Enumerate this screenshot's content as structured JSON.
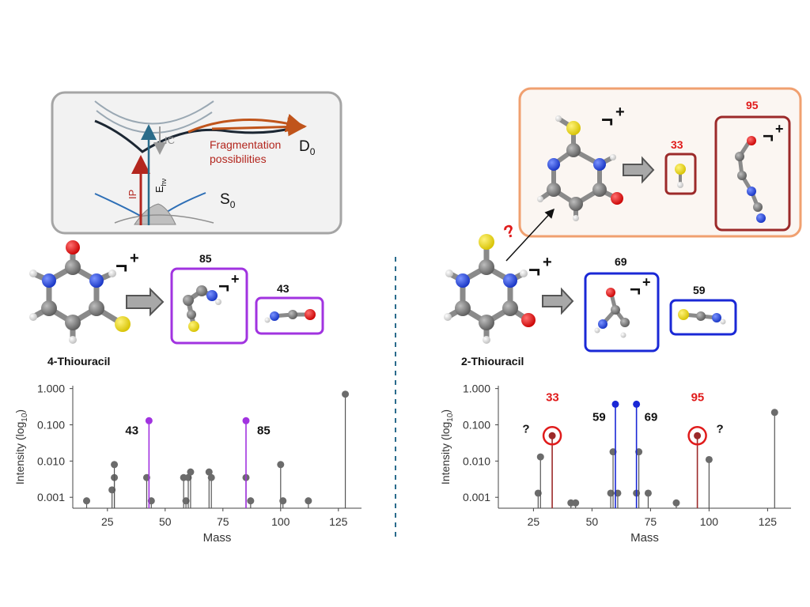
{
  "colors": {
    "purple": "#a133e0",
    "blue": "#1a28d6",
    "red": "#e01b1b",
    "darkred": "#9c2a2a",
    "orange": "#f0a070",
    "gray_stem": "#555555",
    "gray_dot": "#6b6b6b"
  },
  "energy_diagram": {
    "ic": "IC",
    "fragmentation_line1": "Fragmentation",
    "fragmentation_line2": "possibilities",
    "d0": "D",
    "d0_sub": "0",
    "s0": "S",
    "s0_sub": "0",
    "ip": "IP",
    "ehv": "E",
    "ehv_sub": "hν"
  },
  "left": {
    "molecule_name": "4-Thiouracil",
    "charge": "+",
    "fragments": [
      {
        "mass": "85",
        "color": "purple"
      },
      {
        "mass": "43",
        "color": "purple"
      }
    ]
  },
  "right": {
    "molecule_name": "2-Thiouracil",
    "charge": "+",
    "question": "?",
    "fragments": [
      {
        "mass": "69",
        "color": "blue"
      },
      {
        "mass": "59",
        "color": "blue"
      }
    ],
    "hypothetical_fragments": [
      {
        "mass": "33",
        "color": "darkred"
      },
      {
        "mass": "95",
        "color": "darkred"
      }
    ]
  },
  "chart_data": [
    {
      "type": "stem",
      "xlabel": "Mass",
      "ylabel": "Intensity (log10)",
      "yscale": "log",
      "ylim": [
        0.0005,
        1.2
      ],
      "xlim": [
        10,
        135
      ],
      "yticks": [
        "1.000",
        "0.100",
        "0.010",
        "0.001"
      ],
      "xticks": [
        "25",
        "50",
        "75",
        "100",
        "125"
      ],
      "series": [
        {
          "color": "gray",
          "points": [
            [
              16,
              0.0008
            ],
            [
              27,
              0.0016
            ],
            [
              28,
              0.0035
            ],
            [
              28,
              0.008
            ],
            [
              42,
              0.0035
            ],
            [
              44,
              0.0008
            ],
            [
              58,
              0.0035
            ],
            [
              59,
              0.0008
            ],
            [
              60,
              0.0035
            ],
            [
              61,
              0.005
            ],
            [
              69,
              0.005
            ],
            [
              70,
              0.0035
            ],
            [
              85,
              0.0035
            ],
            [
              87,
              0.0008
            ],
            [
              100,
              0.008
            ],
            [
              101,
              0.0008
            ],
            [
              112,
              0.0008
            ],
            [
              128,
              0.7
            ]
          ]
        },
        {
          "color": "purple",
          "points": [
            [
              43,
              0.13
            ],
            [
              85,
              0.13
            ]
          ]
        }
      ],
      "annotations": [
        {
          "label": "43",
          "color": "black"
        },
        {
          "label": "85",
          "color": "black"
        }
      ]
    },
    {
      "type": "stem",
      "xlabel": "Mass",
      "ylabel": "Intensity (log10)",
      "yscale": "log",
      "ylim": [
        0.0005,
        1.2
      ],
      "xlim": [
        10,
        135
      ],
      "yticks": [
        "1.000",
        "0.100",
        "0.010",
        "0.001"
      ],
      "xticks": [
        "25",
        "50",
        "75",
        "100",
        "125"
      ],
      "series": [
        {
          "color": "gray",
          "points": [
            [
              27,
              0.0013
            ],
            [
              28,
              0.013
            ],
            [
              41,
              0.0007
            ],
            [
              43,
              0.0007
            ],
            [
              58,
              0.0013
            ],
            [
              59,
              0.018
            ],
            [
              61,
              0.0013
            ],
            [
              69,
              0.0013
            ],
            [
              70,
              0.018
            ],
            [
              74,
              0.0013
            ],
            [
              86,
              0.0007
            ],
            [
              100,
              0.011
            ],
            [
              128,
              0.22
            ]
          ]
        },
        {
          "color": "blue",
          "points": [
            [
              60,
              0.37
            ],
            [
              69,
              0.37
            ]
          ]
        },
        {
          "color": "darkred",
          "points": [
            [
              33,
              0.05
            ],
            [
              95,
              0.05
            ]
          ]
        }
      ],
      "annotations": [
        {
          "label": "33",
          "color": "red"
        },
        {
          "label": "95",
          "color": "red"
        },
        {
          "label": "59",
          "color": "black"
        },
        {
          "label": "69",
          "color": "black"
        },
        {
          "label": "?",
          "color": "black"
        },
        {
          "label": "?",
          "color": "black"
        }
      ]
    }
  ]
}
